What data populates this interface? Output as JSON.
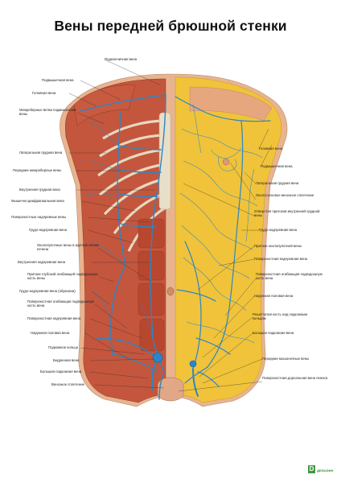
{
  "title": "Вены передней брюшной стенки",
  "brand": {
    "mark": "D",
    "name": "ДЕЛЬФИН"
  },
  "watermark": "",
  "colors": {
    "vein": "#2a86c8",
    "muscle": "#c4563d",
    "fat": "#f0c33a",
    "skin": "#e8b48f",
    "bone": "#e9dfc8"
  },
  "labels_left": [
    "Подключичная вена",
    "Подмышечная вена",
    "Головная вена",
    "Межреберные ветви подмышечной вены",
    "Латеральная грудная вена",
    "Передние межреберные вены",
    "Внутренняя грудная вена",
    "Мышечно-диафрагмальная вена",
    "Поверхностные надчревные вены",
    "Грудо-надчревная вена",
    "Околопупочные вены в круглой связке печени",
    "Внутренняя надчревная вена",
    "Притоки глубокой огибающей подвздошную кость вены",
    "Грудо-надчревная вена (обрезана)",
    "Поверхностная огибающая подвздошную кость вена",
    "Поверхностная надчревная вена",
    "Наружная половая вена",
    "Подкожное кольцо",
    "Бедренная вена",
    "Большая подкожная вена",
    "Венозное сплетение"
  ],
  "labels_right": [
    "Головная вена",
    "Подмышечная вена",
    "Латеральная грудная вена",
    "Околососковое венозное сплетение",
    "Отверстия притоков внутренней грудной вены",
    "Грудо-надчревная вена",
    "Притоки околопупочной вены",
    "Поверхностная надчревная вена",
    "Поверхностная огибающая подвздошную кость вена",
    "Наружная половая вена",
    "Решетчатая кость над подкожным кольцом",
    "Большая подкожная вена",
    "Передние мошоночные вены",
    "Поверхностная дорсальная вена пениса"
  ]
}
